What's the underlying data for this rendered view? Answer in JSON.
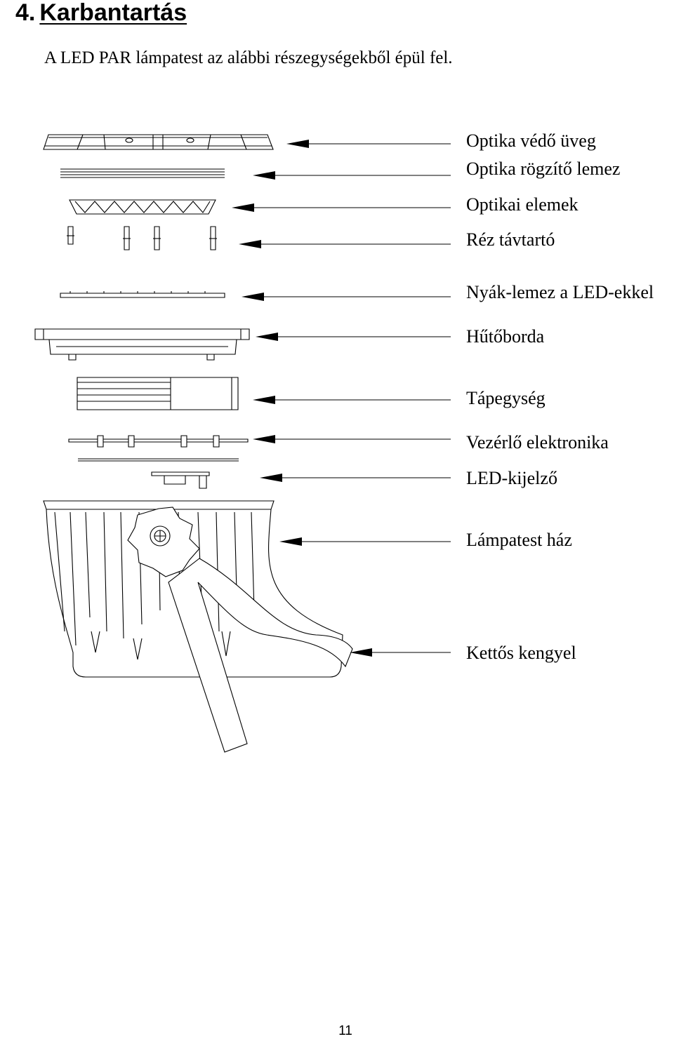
{
  "section": {
    "number": "4.",
    "title": "Karbantartás"
  },
  "intro": "A LED PAR lámpatest az alábbi részegységekből épül fel.",
  "labels": [
    {
      "id": "optics-glass",
      "text": "Optika védő üveg"
    },
    {
      "id": "optics-plate",
      "text": "Optika rögzítő lemez"
    },
    {
      "id": "optical-elements",
      "text": "Optikai elemek"
    },
    {
      "id": "spacers",
      "text": "Réz távtartó"
    },
    {
      "id": "pcb",
      "text": "Nyák-lemez a LED-ekkel"
    },
    {
      "id": "heatsink",
      "text": "Hűtőborda"
    },
    {
      "id": "psu",
      "text": "Tápegység"
    },
    {
      "id": "controller",
      "text": "Vezérlő elektronika"
    },
    {
      "id": "display",
      "text": "LED-kijelző"
    },
    {
      "id": "housing",
      "text": "Lámpatest ház"
    },
    {
      "id": "bracket",
      "text": "Kettős kengyel"
    }
  ],
  "page_number": "11"
}
